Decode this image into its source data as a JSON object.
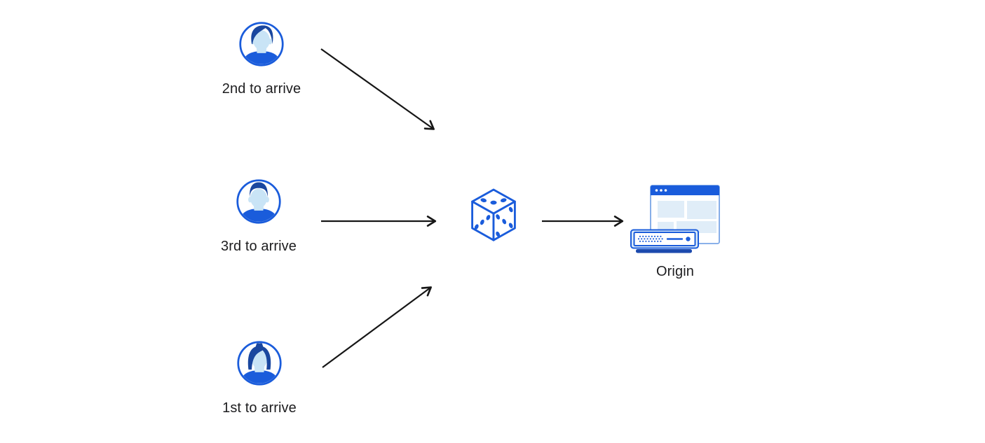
{
  "diagram": {
    "colors": {
      "accent_blue": "#1A5CDB",
      "navy_blue": "#1A479F",
      "face_blue": "#C9E4F6",
      "panel_blue": "#E0EDF8",
      "server_fill": "#DCEBF8",
      "window_border": "#7AA6E6",
      "base_blue": "#1C4AAE",
      "arrow_color": "#161616",
      "text_color": "#1D1D1F",
      "background": "#FFFFFF"
    },
    "users": [
      {
        "id": "second",
        "label": "2nd to arrive",
        "avatar": "man-swept-hair-avatar"
      },
      {
        "id": "third",
        "label": "3rd to arrive",
        "avatar": "man-short-hair-avatar"
      },
      {
        "id": "first",
        "label": "1st to arrive",
        "avatar": "woman-bun-avatar"
      }
    ],
    "router": {
      "icon": "dice-icon",
      "pips": {
        "top_face": 3,
        "left_face": 3,
        "right_face": 5
      }
    },
    "origin": {
      "label": "Origin",
      "icon": "origin-server-icon"
    },
    "arrows": [
      {
        "from": "user-second",
        "to": "dice"
      },
      {
        "from": "user-third",
        "to": "dice"
      },
      {
        "from": "user-first",
        "to": "dice"
      },
      {
        "from": "dice",
        "to": "origin"
      }
    ]
  }
}
